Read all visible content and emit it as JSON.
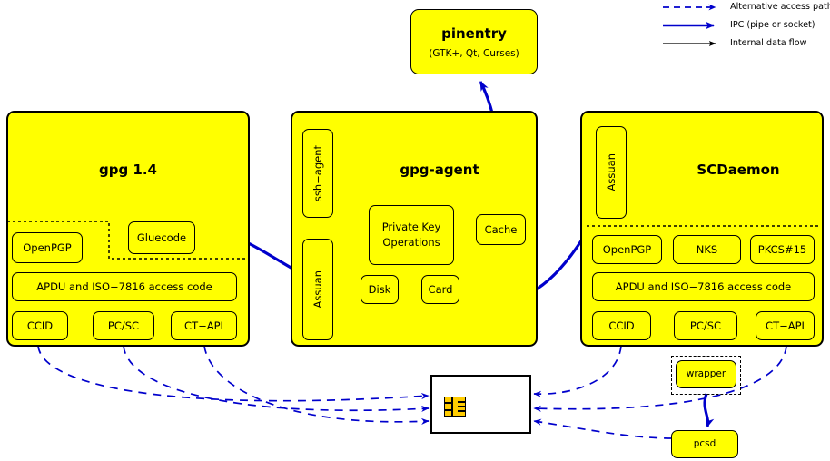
{
  "diagram": {
    "title": "GnuPG smartcard architecture",
    "colors": {
      "node_fill": "#ffff00",
      "node_stroke": "#000000",
      "ipc_blue": "#0000cc",
      "card_fill": "#ffffff",
      "chip_gold": "#ffcc00"
    }
  },
  "legend": {
    "items": [
      {
        "label": "Alternative access paths",
        "style": "dashed",
        "color": "#0000cc"
      },
      {
        "label": "IPC (pipe or socket)",
        "style": "thick-solid",
        "color": "#0000cc"
      },
      {
        "label": "Internal data flow",
        "style": "solid",
        "color": "#000000"
      }
    ]
  },
  "pinentry": {
    "title": "pinentry",
    "subtitle": "(GTK+, Qt, Curses)"
  },
  "gpg": {
    "title": "gpg 1.4",
    "gluecode": "Gluecode",
    "openpgp": "OpenPGP",
    "apdu": "APDU and ISO−7816 access code",
    "drivers": [
      "CCID",
      "PC/SC",
      "CT−API"
    ]
  },
  "gpg_agent": {
    "title": "gpg-agent",
    "ssh_agent": "ssh−agent",
    "assuan": "Assuan",
    "private_key_ops": "Private Key\nOperations",
    "cache": "Cache",
    "disk": "Disk",
    "card": "Card"
  },
  "scdaemon": {
    "title": "SCDaemon",
    "assuan": "Assuan",
    "apps": [
      "OpenPGP",
      "NKS",
      "PKCS#15"
    ],
    "apdu": "APDU and ISO−7816 access code",
    "drivers": [
      "CCID",
      "PC/SC",
      "CT−API"
    ]
  },
  "bottom": {
    "wrapper": "wrapper",
    "pcsd": "pcsd",
    "smartcard": "smartcard"
  }
}
